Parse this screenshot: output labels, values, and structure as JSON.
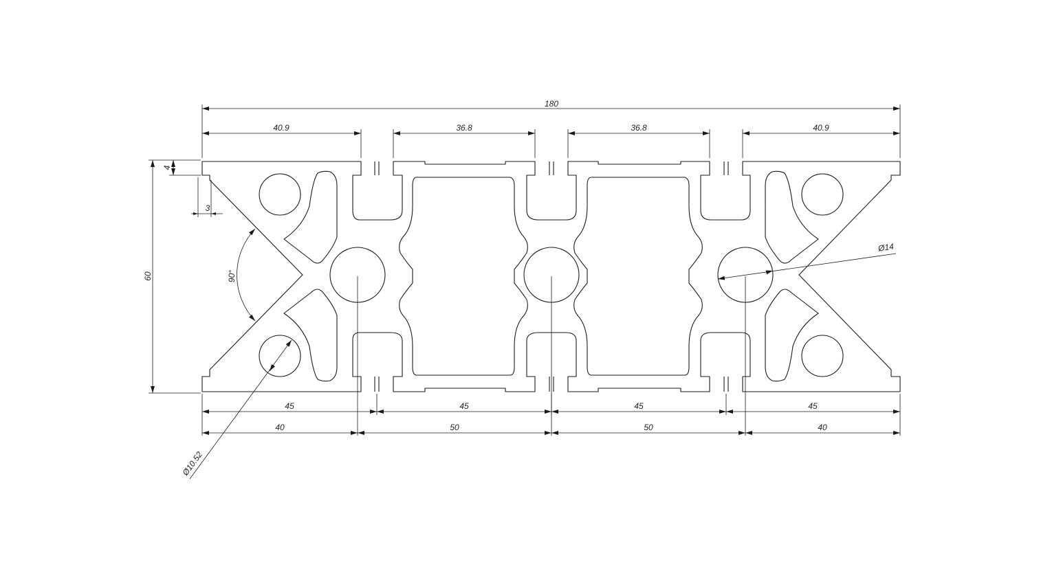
{
  "dims": {
    "overall_width": "180",
    "top_segments": [
      "40.9",
      "36.8",
      "36.8",
      "40.9"
    ],
    "height": "60",
    "flange_thickness": "4",
    "lip_offset": "3",
    "angle": "90°",
    "center_bore": "Ø14",
    "corner_hole": "Ø10.52",
    "slot_pitch": [
      "45",
      "45",
      "45",
      "45"
    ],
    "hole_pitch": [
      "40",
      "50",
      "50",
      "40"
    ]
  },
  "colors": {
    "line": "#1a1a1a",
    "background": "#ffffff"
  }
}
